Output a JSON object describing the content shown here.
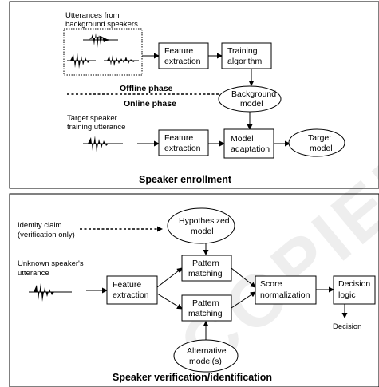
{
  "watermark": "COPIED",
  "enrollment": {
    "title": "Speaker enrollment",
    "utterances_label_1": "Utterances from",
    "utterances_label_2": "background speakers",
    "feature_extraction_1": "Feature",
    "feature_extraction_2": "extraction",
    "training_1": "Training",
    "training_2": "algorithm",
    "offline_phase": "Offline phase",
    "online_phase": "Online phase",
    "background_model_1": "Background",
    "background_model_2": "model",
    "target_training_1": "Target speaker",
    "target_training_2": "training utterance",
    "feature_extraction_b_1": "Feature",
    "feature_extraction_b_2": "extraction",
    "model_adaptation_1": "Model",
    "model_adaptation_2": "adaptation",
    "target_model_1": "Target",
    "target_model_2": "model"
  },
  "verification": {
    "title": "Speaker verification/identification",
    "identity_claim_1": "Identity claim",
    "identity_claim_2": "(verification only)",
    "hypothesized_model_1": "Hypothesized",
    "hypothesized_model_2": "model",
    "unknown_utterance_1": "Unknown speaker's",
    "unknown_utterance_2": "utterance",
    "feature_extraction_1": "Feature",
    "feature_extraction_2": "extraction",
    "pattern_matching_top_1": "Pattern",
    "pattern_matching_top_2": "matching",
    "pattern_matching_bottom_1": "Pattern",
    "pattern_matching_bottom_2": "matching",
    "score_normalization_1": "Score",
    "score_normalization_2": "normalization",
    "decision_logic_1": "Decision",
    "decision_logic_2": "logic",
    "decision": "Decision",
    "alternative_model_1": "Alternative",
    "alternative_model_2": "model(s)"
  }
}
